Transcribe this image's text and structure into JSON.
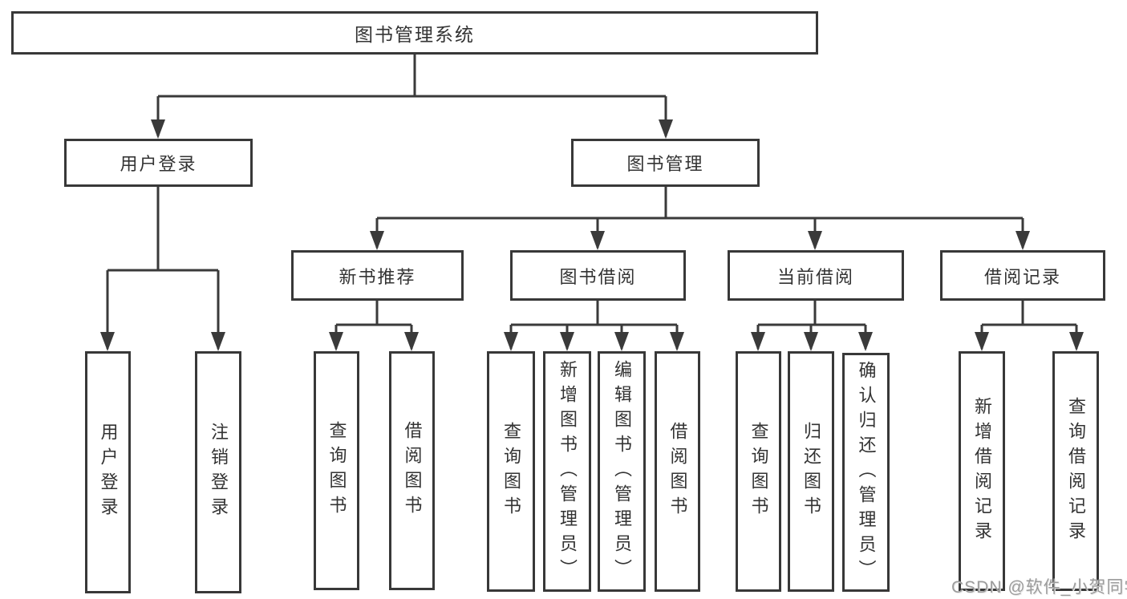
{
  "diagram": {
    "title": "图书管理系统",
    "user_login": {
      "label": "用户登录",
      "children": [
        {
          "label": "用户登录"
        },
        {
          "label": "注销登录"
        }
      ]
    },
    "book_mgmt": {
      "label": "图书管理",
      "children": [
        {
          "label": "新书推荐",
          "children": [
            {
              "label": "查询图书"
            },
            {
              "label": "借阅图书"
            }
          ]
        },
        {
          "label": "图书借阅",
          "children": [
            {
              "label": "查询图书"
            },
            {
              "label": "新增图书（管理员）"
            },
            {
              "label": "编辑图书（管理员）"
            },
            {
              "label": "借阅图书"
            }
          ]
        },
        {
          "label": "当前借阅",
          "children": [
            {
              "label": "查询图书"
            },
            {
              "label": "归还图书"
            },
            {
              "label": "确认归还（管理员）"
            }
          ]
        },
        {
          "label": "借阅记录",
          "children": [
            {
              "label": "新增借阅记录"
            },
            {
              "label": "查询借阅记录"
            }
          ]
        }
      ]
    }
  },
  "colors": {
    "line": "#3a3a3a",
    "border": "#383838",
    "text": "#333333",
    "watermark": "#9c9c9c"
  },
  "watermark": {
    "text": "CSDN @软件_小贺同学"
  }
}
